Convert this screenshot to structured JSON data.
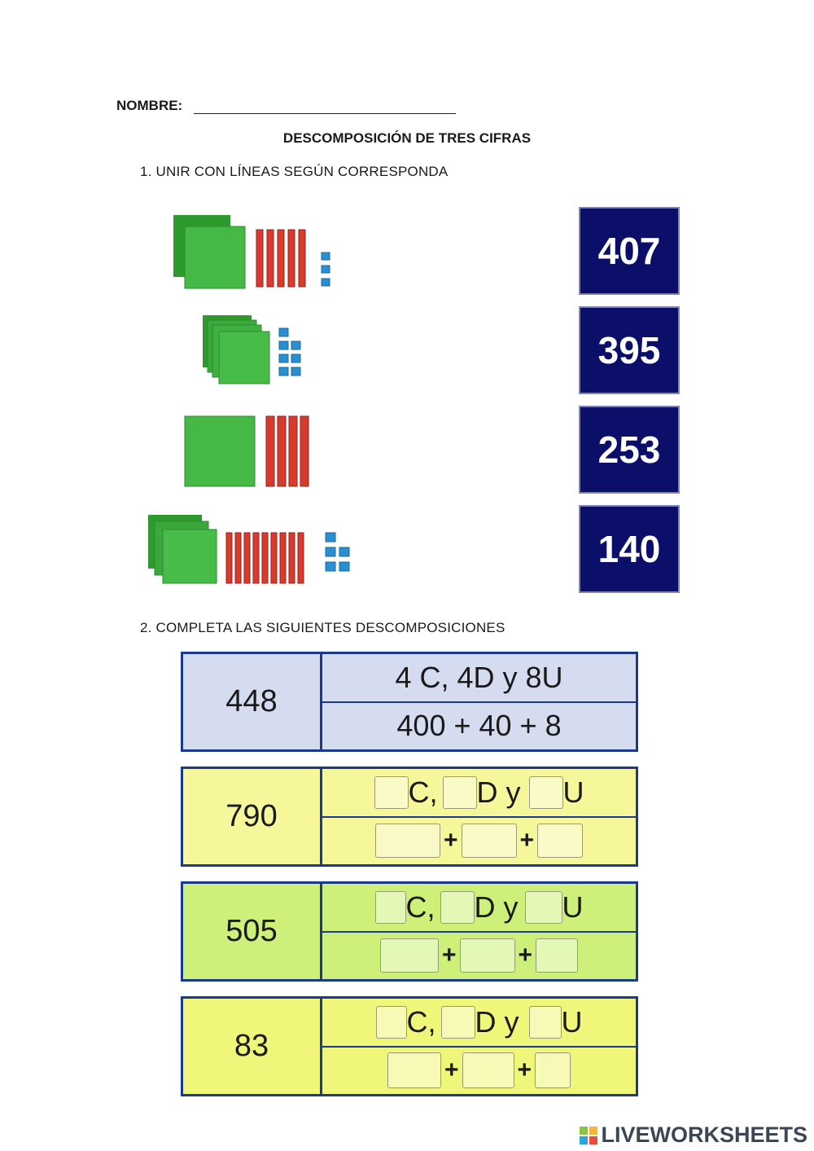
{
  "header": {
    "name_label": "NOMBRE:",
    "title": "DESCOMPOSICIÓN DE TRES CIFRAS"
  },
  "exercise1": {
    "instruction": "1.  UNIR CON LÍNEAS SEGÚN CORRESPONDA",
    "numbers": [
      "407",
      "395",
      "253",
      "140"
    ],
    "block_groups": [
      {
        "hundreds": 2,
        "tens": 5,
        "units": 3
      },
      {
        "hundreds": 4,
        "tens": 0,
        "units": 7
      },
      {
        "hundreds": 1,
        "tens": 4,
        "units": 0
      },
      {
        "hundreds": 3,
        "tens": 9,
        "units": 5
      }
    ]
  },
  "exercise2": {
    "instruction": "2.  COMPLETA LAS SIGUIENTES DESCOMPOSICIONES",
    "example": {
      "number": "448",
      "line1": "4 C, 4D y 8U",
      "line2": "400 + 40 + 8"
    },
    "rows": [
      {
        "number": "790",
        "color": "#f6f69a"
      },
      {
        "number": "505",
        "color": "#cdf07a"
      },
      {
        "number": "83",
        "color": "#f0f67a"
      }
    ],
    "labels": {
      "c": "C,",
      "d": "D y",
      "u": "U",
      "plus": "+"
    }
  },
  "colors": {
    "number_box": "#0b0f6a",
    "example_bg": "#d6dcf0",
    "border": "#1b3a8f",
    "hundreds": "#3aa83a",
    "tens": "#d93a2e",
    "units": "#2a8fd0"
  },
  "footer": {
    "logo_text": "LIVEWORKSHEETS"
  }
}
